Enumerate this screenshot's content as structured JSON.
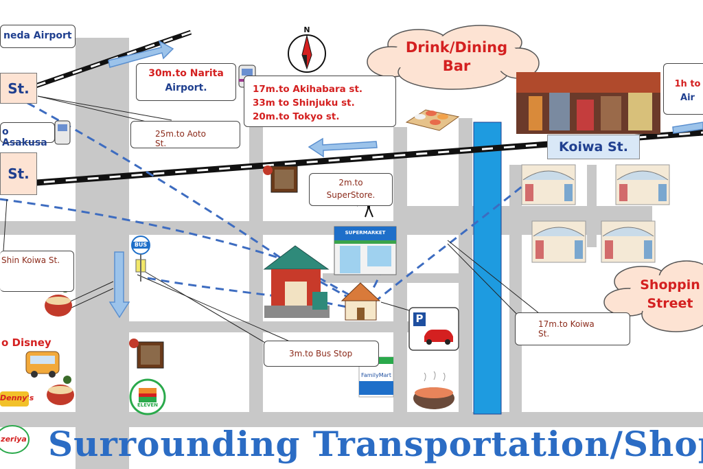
{
  "title": "Surrounding Transportation/Shop",
  "compass": {
    "label": "N"
  },
  "clouds": {
    "dining": {
      "line1": "Drink/Dining",
      "line2": "Bar"
    },
    "shopping": {
      "line1": "Shoppin",
      "line2": "Street"
    }
  },
  "stations": {
    "top_left": "St.",
    "mid_left": "St.",
    "koiwa": "Koiwa St."
  },
  "callouts": {
    "haneda": "neda Airport",
    "narita": {
      "line1": "30m.to Narita",
      "line2": "Airport."
    },
    "trains": {
      "line1": "17m.to Akihabara st.",
      "line2": "33m to Shinjuku st.",
      "line3": "20m.to Tokyo st."
    },
    "right_top": {
      "line1": "1h to",
      "line2": "Air"
    },
    "asakusa": "o Asakusa",
    "aoto": "25m.to Aoto St.",
    "superstore": {
      "line1": "2m.to",
      "line2": "SuperStore."
    },
    "shin_koiwa": "Shin Koiwa St.",
    "disney": "o Disney",
    "bus_stop": "3m.to Bus Stop",
    "koiwa_walk": "17m.to Koiwa St."
  },
  "signs": {
    "bus": "BUS",
    "parking": "P",
    "supermarket": "SUPERMARKET",
    "familymart": "FamilyMart",
    "seven_eleven": "ELEVEN",
    "dennys": "Denny's",
    "saizeriya": "zeriya"
  },
  "colors": {
    "road": "#c8c8c8",
    "river": "#1e9be0",
    "title": "#2b6cc4",
    "station_label": "#1f3f8f",
    "cloud_text": "#d42020",
    "route": "#3d6cc0"
  }
}
